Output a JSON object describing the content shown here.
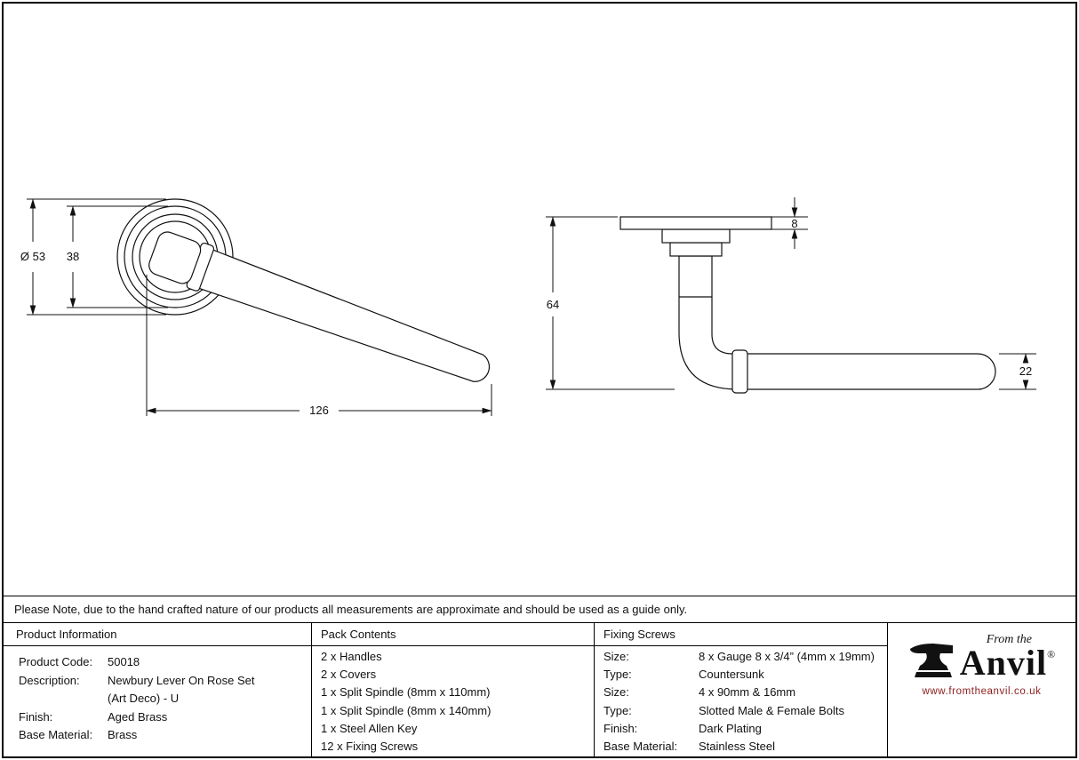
{
  "note": "Please Note, due to the hand crafted nature of our products all measurements are approximate and should be used as a guide only.",
  "drawing": {
    "front": {
      "diameter": "Ø 53",
      "rose_inner": "38",
      "length": "126"
    },
    "side": {
      "plate_thickness": "8",
      "height": "64",
      "lever_diameter": "22"
    }
  },
  "product_information": {
    "title": "Product Information",
    "rows": [
      {
        "label": "Product Code:",
        "value": "50018"
      },
      {
        "label": "Description:",
        "value": "Newbury Lever On Rose Set",
        "value_line2": "(Art Deco) - U"
      },
      {
        "label": "Finish:",
        "value": "Aged Brass"
      },
      {
        "label": "Base Material:",
        "value": "Brass"
      }
    ]
  },
  "pack_contents": {
    "title": "Pack Contents",
    "items": [
      "2 x Handles",
      "2 x Covers",
      "1 x Split Spindle (8mm x 110mm)",
      "1 x Split Spindle (8mm x 140mm)",
      "1 x Steel Allen Key",
      "12 x Fixing Screws"
    ]
  },
  "fixing_screws": {
    "title": "Fixing Screws",
    "rows": [
      {
        "label": "Size:",
        "value": "8 x Gauge 8 x 3/4” (4mm x 19mm)"
      },
      {
        "label": "Type:",
        "value": "Countersunk"
      },
      {
        "label": "Size:",
        "value": "4 x 90mm & 16mm"
      },
      {
        "label": "Type:",
        "value": "Slotted Male & Female Bolts"
      },
      {
        "label": "Finish:",
        "value": "Dark Plating"
      },
      {
        "label": "Base Material:",
        "value": "Stainless Steel"
      }
    ]
  },
  "brand": {
    "tagline": "From the",
    "name": "Anvil",
    "registered": "®",
    "url": "www.fromtheanvil.co.uk",
    "url_color": "#8b1c1c"
  }
}
